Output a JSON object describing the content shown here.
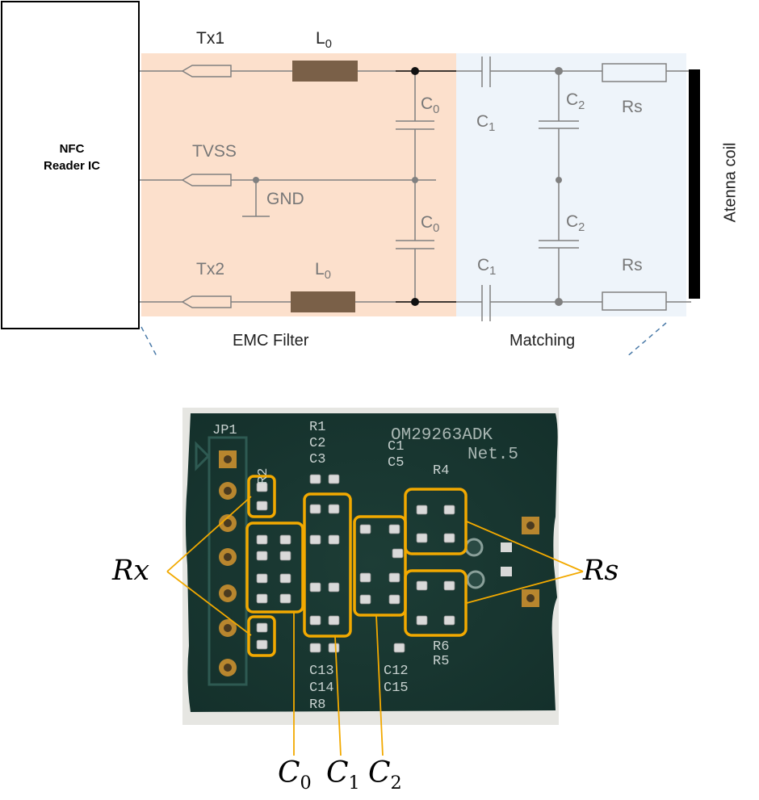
{
  "ic": {
    "line1": "NFC",
    "line2": "Reader IC"
  },
  "signals": {
    "tx1": "Tx1",
    "tx2": "Tx2",
    "tvss": "TVSS",
    "gnd": "GND"
  },
  "components": {
    "L0_top": "L",
    "L0_top_sub": "0",
    "L0_bot": "L",
    "L0_bot_sub": "0",
    "C0_top": "C",
    "C0_top_sub": "0",
    "C0_bot": "C",
    "C0_bot_sub": "0",
    "C1_top": "C",
    "C1_top_sub": "1",
    "C1_bot": "C",
    "C1_bot_sub": "1",
    "C2_top": "C",
    "C2_top_sub": "2",
    "C2_bot": "C",
    "C2_bot_sub": "2",
    "rs_top": "Rs",
    "rs_bot": "Rs"
  },
  "sections": {
    "emc": "EMC Filter",
    "matching": "Matching",
    "antenna": "Atenna coil"
  },
  "pcb": {
    "board_id": "OM29263ADK",
    "net": "Net.5",
    "jp": "JP1",
    "silk_col1": [
      "R1",
      "C2",
      "C3"
    ],
    "silk_col2": [
      "C1",
      "C5"
    ],
    "silk_r4": "R4",
    "silk_r2": "R2",
    "silk_bottom_left": [
      "C13",
      "C14",
      "R8"
    ],
    "silk_bottom_right": [
      "C12",
      "C15"
    ],
    "silk_r6": "R6",
    "silk_r5": "R5"
  },
  "callouts": {
    "rx": "Rx",
    "rs": "Rs",
    "c0": "C",
    "c0_sub": "0",
    "c1": "C",
    "c1_sub": "1",
    "c2": "C",
    "c2_sub": "2"
  },
  "colors": {
    "emc_bg": "#fce0cc",
    "matching_bg": "#eef4fa",
    "inductor": "#7a6048",
    "callout": "#f2a900",
    "pcb": "#1c3a34",
    "wire": "#808080",
    "dash": "#4a7aa8"
  }
}
